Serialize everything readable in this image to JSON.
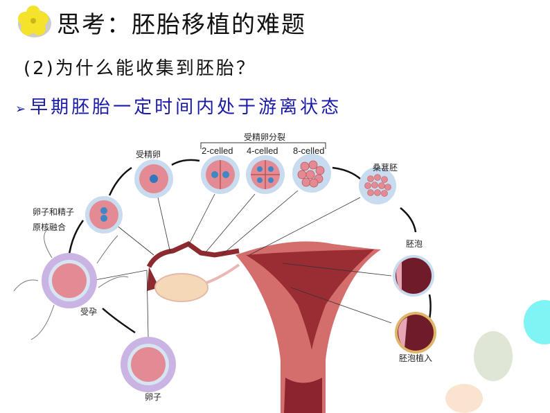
{
  "slide": {
    "title": "思考：胚胎移植的难题",
    "question": "(2)为什么能收集到胚胎？",
    "bullet_marker": "➢",
    "bullet": "早期胚胎一定时间内处于游离状态"
  },
  "diagram": {
    "labels": {
      "cleavage": "受精卵分裂",
      "two_cell": "2-celled",
      "four_cell": "4-celled",
      "eight_cell": "8-celled",
      "zygote": "受精卵",
      "morula": "桑葚胚",
      "pronuclei_line1": "卵子和精子",
      "pronuclei_line2": "原核融合",
      "blastocyst": "胚泡",
      "conception": "受孕",
      "implantation": "胚泡植入",
      "egg": "卵子"
    }
  },
  "colors": {
    "title": "#111111",
    "bullet": "#1a1aa8",
    "uterus": "#c9615f",
    "cell": "#e38a94",
    "zona": "#c9dcef",
    "decor_cyan": "#7ef4f4",
    "decor_green": "#dfe6d6",
    "decor_peach": "#fbe4cf"
  }
}
